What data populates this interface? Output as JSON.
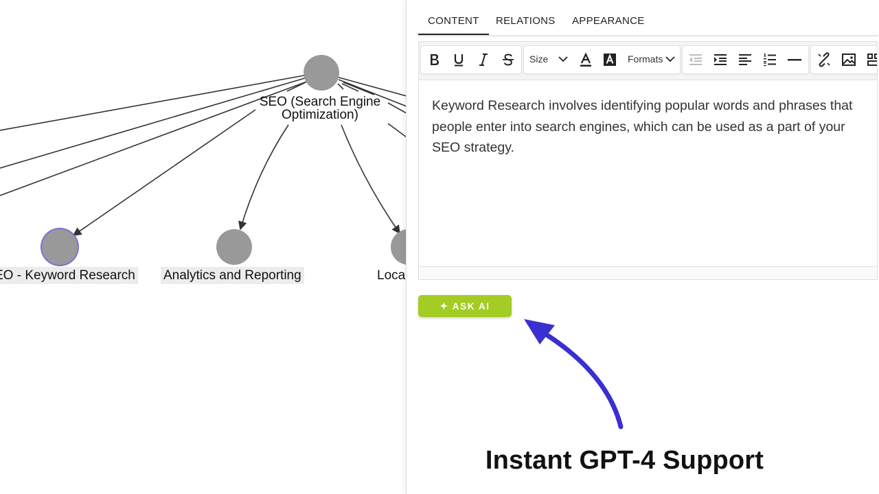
{
  "graph": {
    "root": {
      "label_line1": "SEO (Search Engine",
      "label_line2": "Optimization)"
    },
    "children": [
      {
        "label": "EO - Keyword Research",
        "selected": true
      },
      {
        "label": "Analytics and Reporting",
        "selected": false
      },
      {
        "label": "Loca",
        "selected": false
      }
    ]
  },
  "panel": {
    "tabs": [
      {
        "label": "CONTENT",
        "active": true
      },
      {
        "label": "RELATIONS",
        "active": false
      },
      {
        "label": "APPEARANCE",
        "active": false
      }
    ],
    "toolbar": {
      "size_label": "Size",
      "formats_label": "Formats",
      "icons": [
        "bold-icon",
        "underline-icon",
        "italic-icon",
        "strikethrough-icon",
        "font-color-icon",
        "background-color-icon",
        "outdent-icon",
        "indent-icon",
        "align-left-icon",
        "numbered-list-icon",
        "horizontal-rule-icon",
        "link-icon",
        "image-icon",
        "more-icon"
      ]
    },
    "content_text": "Keyword Research involves identifying popular words and phrases that people enter into search engines, which can be used as a part of your SEO strategy.",
    "ask_ai_label": "ASK AI",
    "ask_ai_icon": "sparkle-icon"
  },
  "callout": {
    "text": "Instant GPT-4 Support",
    "arrow_color": "#3a2fd1"
  },
  "colors": {
    "node": "#999999",
    "selected_ring": "#7b6fd8",
    "ask_ai": "#a3cc25"
  }
}
